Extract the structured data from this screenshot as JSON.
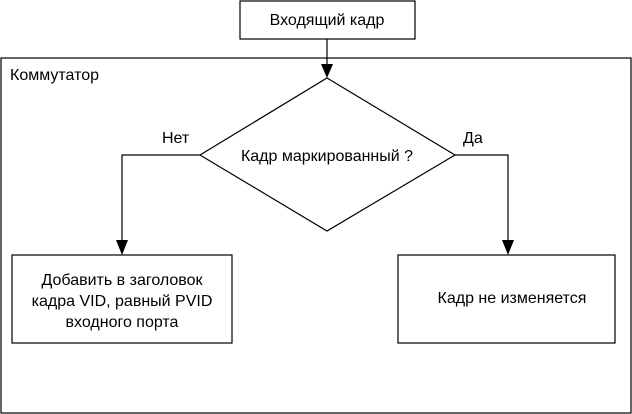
{
  "diagram": {
    "input_frame": "Входящий кадр",
    "container_label": "Коммутатор",
    "decision": "Кадр маркированный ?",
    "branch_no": "Нет",
    "branch_yes": "Да",
    "action_no": [
      "Добавить в заголовок",
      "кадра VID, равный PVID",
      "входного порта"
    ],
    "action_yes": "Кадр не изменяется"
  }
}
